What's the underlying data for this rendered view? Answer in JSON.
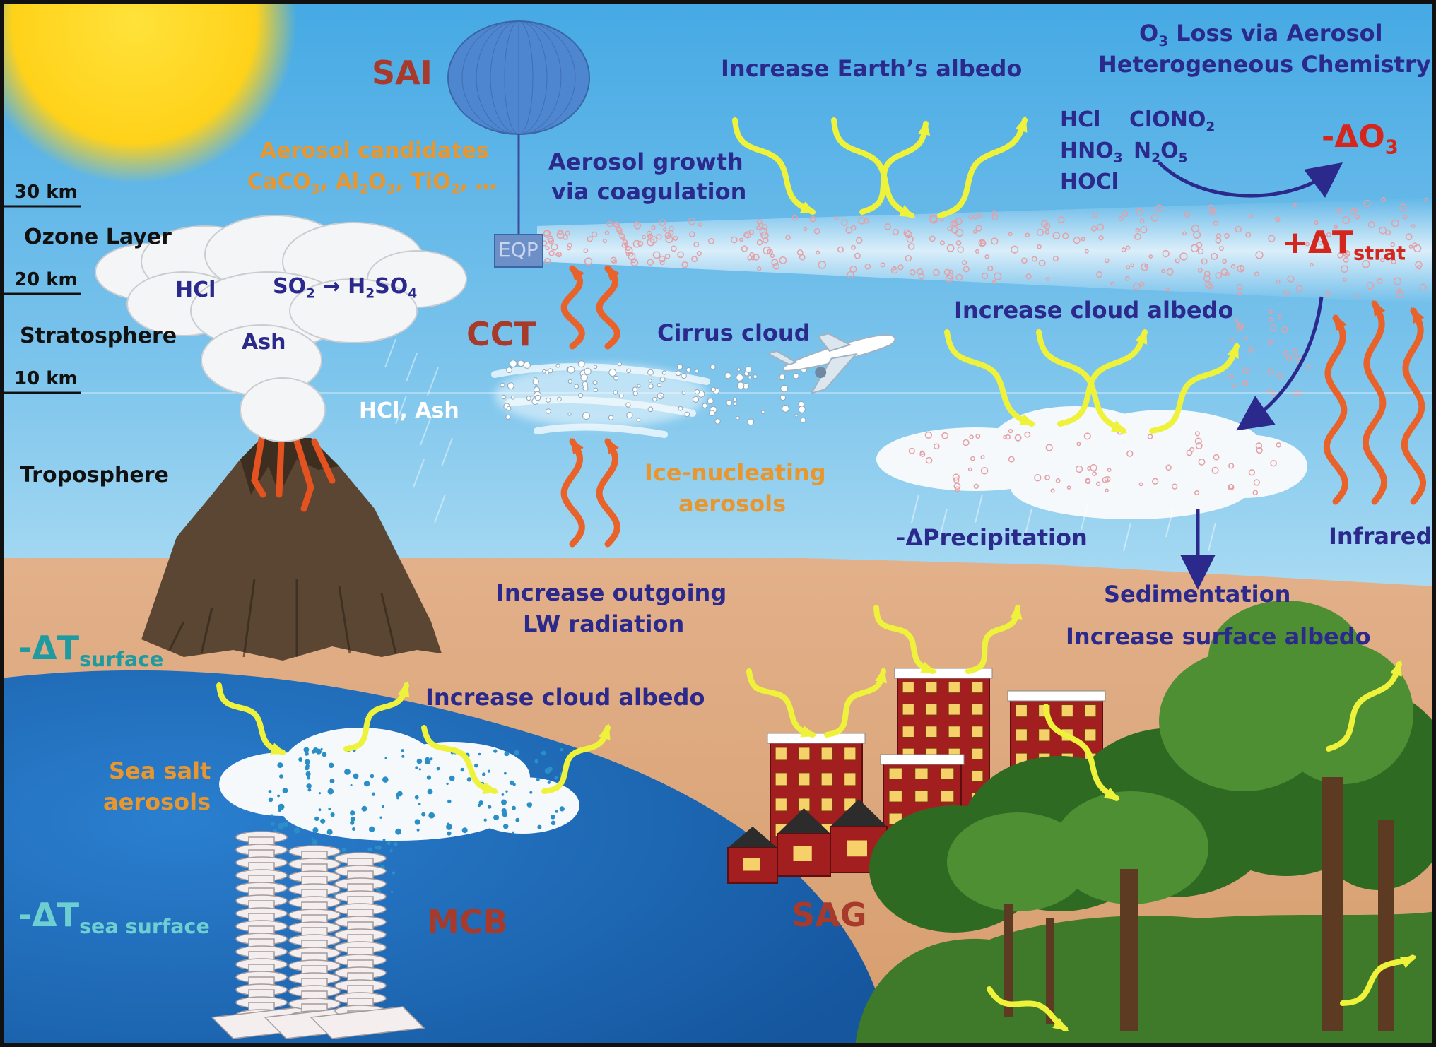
{
  "colors": {
    "navy": "#2b2a8c",
    "red": "#a83a2c",
    "bright_red": "#d4261c",
    "orange": "#e8962e",
    "teal": "#1f9aa0",
    "black": "#111111",
    "white": "#ffffff",
    "sky_top": "#4fb0e6",
    "ocean": "#1e6fbd",
    "sand": "#dca77a",
    "yellow_arrow": "#eef23a",
    "ir_arrow": "#e8622a"
  },
  "scheme_labels": {
    "sai": "SAI",
    "cct": "CCT",
    "mcb": "MCB",
    "sag": "SAG",
    "eqp": "EQP"
  },
  "altitude": {
    "km30": "30 km",
    "km20": "20 km",
    "km10": "10 km",
    "ozone_layer": "Ozone Layer",
    "stratosphere": "Stratosphere",
    "troposphere": "Troposphere"
  },
  "volcano": {
    "hcl": "HCl",
    "so2": "SO",
    "so2_sub": "2",
    "arrow": "→",
    "h2so4_h": "H",
    "h2so4_sub1": "2",
    "h2so4_so": "SO",
    "h2so4_sub2": "4",
    "ash": "Ash",
    "hcl_ash": "HCl, Ash"
  },
  "sai": {
    "candidates_title": "Aerosol candidates",
    "candidates_1": "CaCO",
    "candidates_1_sub": "3",
    "candidates_2": ", Al",
    "candidates_2_sub": "2",
    "candidates_3": "O",
    "candidates_3_sub": "3",
    "candidates_4": ", TiO",
    "candidates_4_sub": "2",
    "candidates_5": ", …",
    "growth_1": "Aerosol growth",
    "growth_2": "via coagulation",
    "earth_albedo": "Increase Earth’s albedo"
  },
  "ozone": {
    "title_1_o": "O",
    "title_1_sub": "3",
    "title_1_rest": " Loss via Aerosol",
    "title_2": "Heterogeneous Chemistry",
    "hcl": "HCl",
    "clono2": "ClONO",
    "clono2_sub": "2",
    "hno3": "HNO",
    "hno3_sub": "3",
    "n2o5_n": "N",
    "n2o5_sub1": "2",
    "n2o5_o": "O",
    "n2o5_sub2": "5",
    "hocl": "HOCl",
    "delta_o3": "-ΔO",
    "delta_o3_sub": "3",
    "delta_t_strat": "+ΔT",
    "delta_t_strat_sub": "strat"
  },
  "cct": {
    "cirrus": "Cirrus cloud",
    "ice_1": "Ice-nucleating",
    "ice_2": "aerosols",
    "outgoing_1": "Increase outgoing",
    "outgoing_2": "LW radiation"
  },
  "cloud_right": {
    "increase_cloud_albedo": "Increase cloud albedo",
    "precip": "-ΔPrecipitation",
    "sedimentation": "Sedimentation",
    "infrared": "Infrared",
    "surface_albedo": "Increase surface albedo"
  },
  "surface": {
    "delta_t": "-ΔT",
    "delta_t_sub": "surface",
    "delta_t_sea": "-ΔT",
    "delta_t_sea_sub": "sea surface"
  },
  "mcb": {
    "increase_cloud_albedo": "Increase cloud albedo",
    "sea_salt_1": "Sea salt",
    "sea_salt_2": "aerosols"
  }
}
